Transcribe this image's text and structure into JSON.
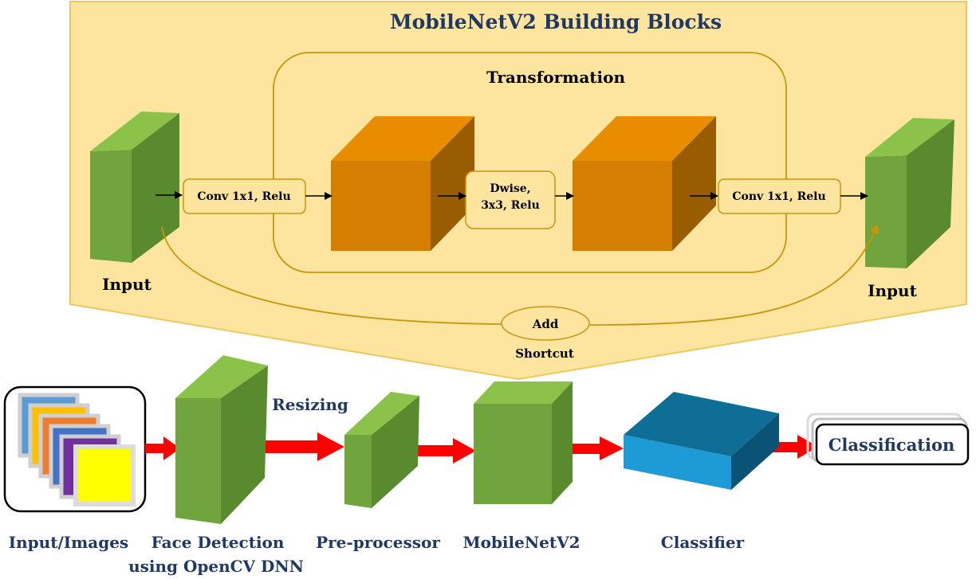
{
  "building_blocks": {
    "title": "MobileNetV2 Building Blocks",
    "transformation_label": "Transformation",
    "input_left_label": "Input",
    "input_right_label": "Input",
    "conv1_label": "Conv 1x1, Relu",
    "dwise_line1": "Dwise,",
    "dwise_line2": "3x3, Relu",
    "conv2_label": "Conv 1x1, Relu",
    "add_label": "Add",
    "shortcut_label": "Shortcut"
  },
  "pipeline": {
    "resizing_label": "Resizing",
    "classification_label": "Classification",
    "stages": [
      {
        "line1": "Input/Images",
        "line2": ""
      },
      {
        "line1": "Face Detection",
        "line2": "using OpenCV DNN"
      },
      {
        "line1": "Pre-processor",
        "line2": ""
      },
      {
        "line1": "MobileNetV2",
        "line2": ""
      },
      {
        "line1": "Classifier",
        "line2": ""
      }
    ]
  },
  "colors": {
    "panel_fill": "#fde5a0",
    "panel_stroke": "#f0c85a",
    "outline": "#c8960a",
    "title_text": "#1f3864",
    "green_front": "#70a43c",
    "green_top": "#8bc34a",
    "green_side": "#5a8a2e",
    "orange_front": "#d47f00",
    "orange_top": "#e88c00",
    "orange_side": "#9a5c00",
    "blue_front": "#1e9ad6",
    "blue_top": "#0f6e96",
    "blue_side": "#0a5276",
    "arrow_red": "#ff0000",
    "image_stack": [
      "#5b9bd5",
      "#ffc000",
      "#ed7d31",
      "#4472c4",
      "#7030a0",
      "#ffff00"
    ]
  }
}
